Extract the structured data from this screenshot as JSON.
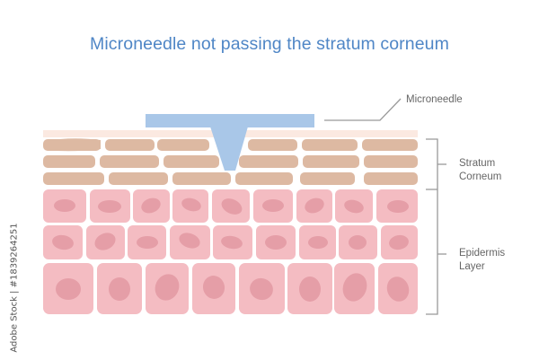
{
  "title": "Microneedle not passing the stratum corneum",
  "labels": {
    "microneedle": "Microneedle",
    "stratum_corneum_line1": "Stratum",
    "stratum_corneum_line2": "Corneum",
    "epidermis_line1": "Epidermis",
    "epidermis_line2": "Layer"
  },
  "watermark": "Adobe Stock | #183926425​1",
  "colors": {
    "title": "#4f86c6",
    "needle": "#a9c7e8",
    "corneum_top_strip": "#fbe9e1",
    "corneum_cells": "#ddb9a2",
    "epidermis_cells": "#f4bcc2",
    "nucleus": "#e59ea7",
    "bracket": "#999999"
  },
  "layers": {
    "stratum_corneum": {
      "rows": 3
    },
    "epidermis": {
      "rows": 3,
      "cells_per_row": [
        9,
        9,
        8
      ]
    }
  }
}
